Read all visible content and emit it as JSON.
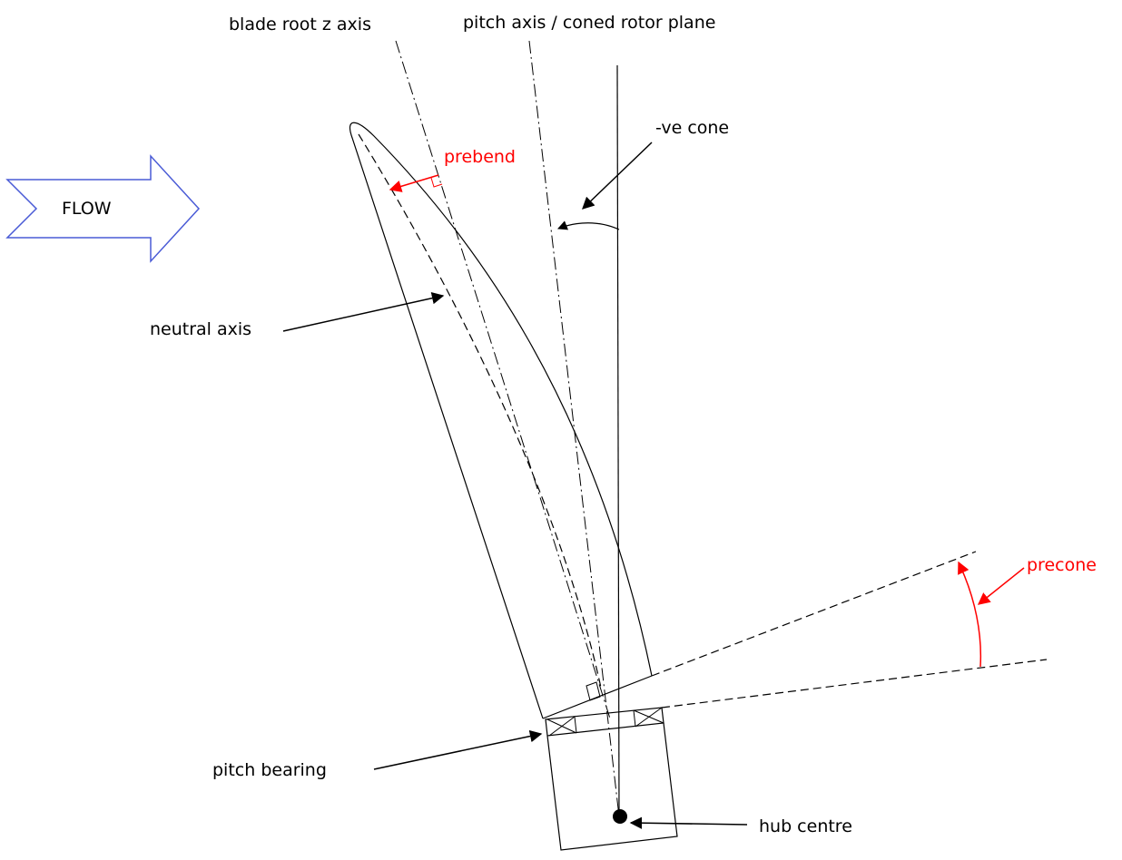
{
  "labels": {
    "blade_root_z_axis": "blade root z axis",
    "pitch_axis": "pitch axis / coned rotor plane",
    "ve_cone": "-ve cone",
    "prebend": "prebend",
    "flow": "FLOW",
    "neutral_axis": "neutral axis",
    "precone": "precone",
    "pitch_bearing": "pitch bearing",
    "hub_centre": "hub centre"
  },
  "colors": {
    "line": "#000000",
    "annotation": "#ff0000",
    "flow_arrow": "#4a5bd6",
    "background": "#ffffff"
  }
}
